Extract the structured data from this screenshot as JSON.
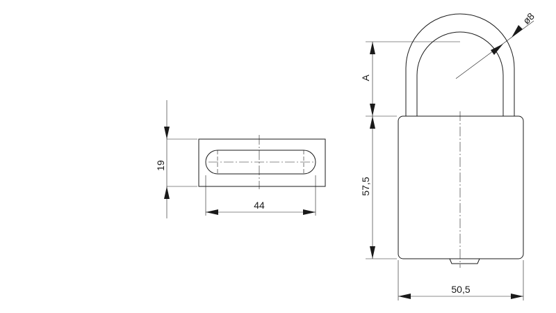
{
  "drawing": {
    "dimensions": {
      "slot_height": "19",
      "slot_width": "44",
      "shackle_clearance": "A",
      "body_height": "57,5",
      "body_width": "50,5",
      "shackle_diameter": "ø8"
    }
  }
}
